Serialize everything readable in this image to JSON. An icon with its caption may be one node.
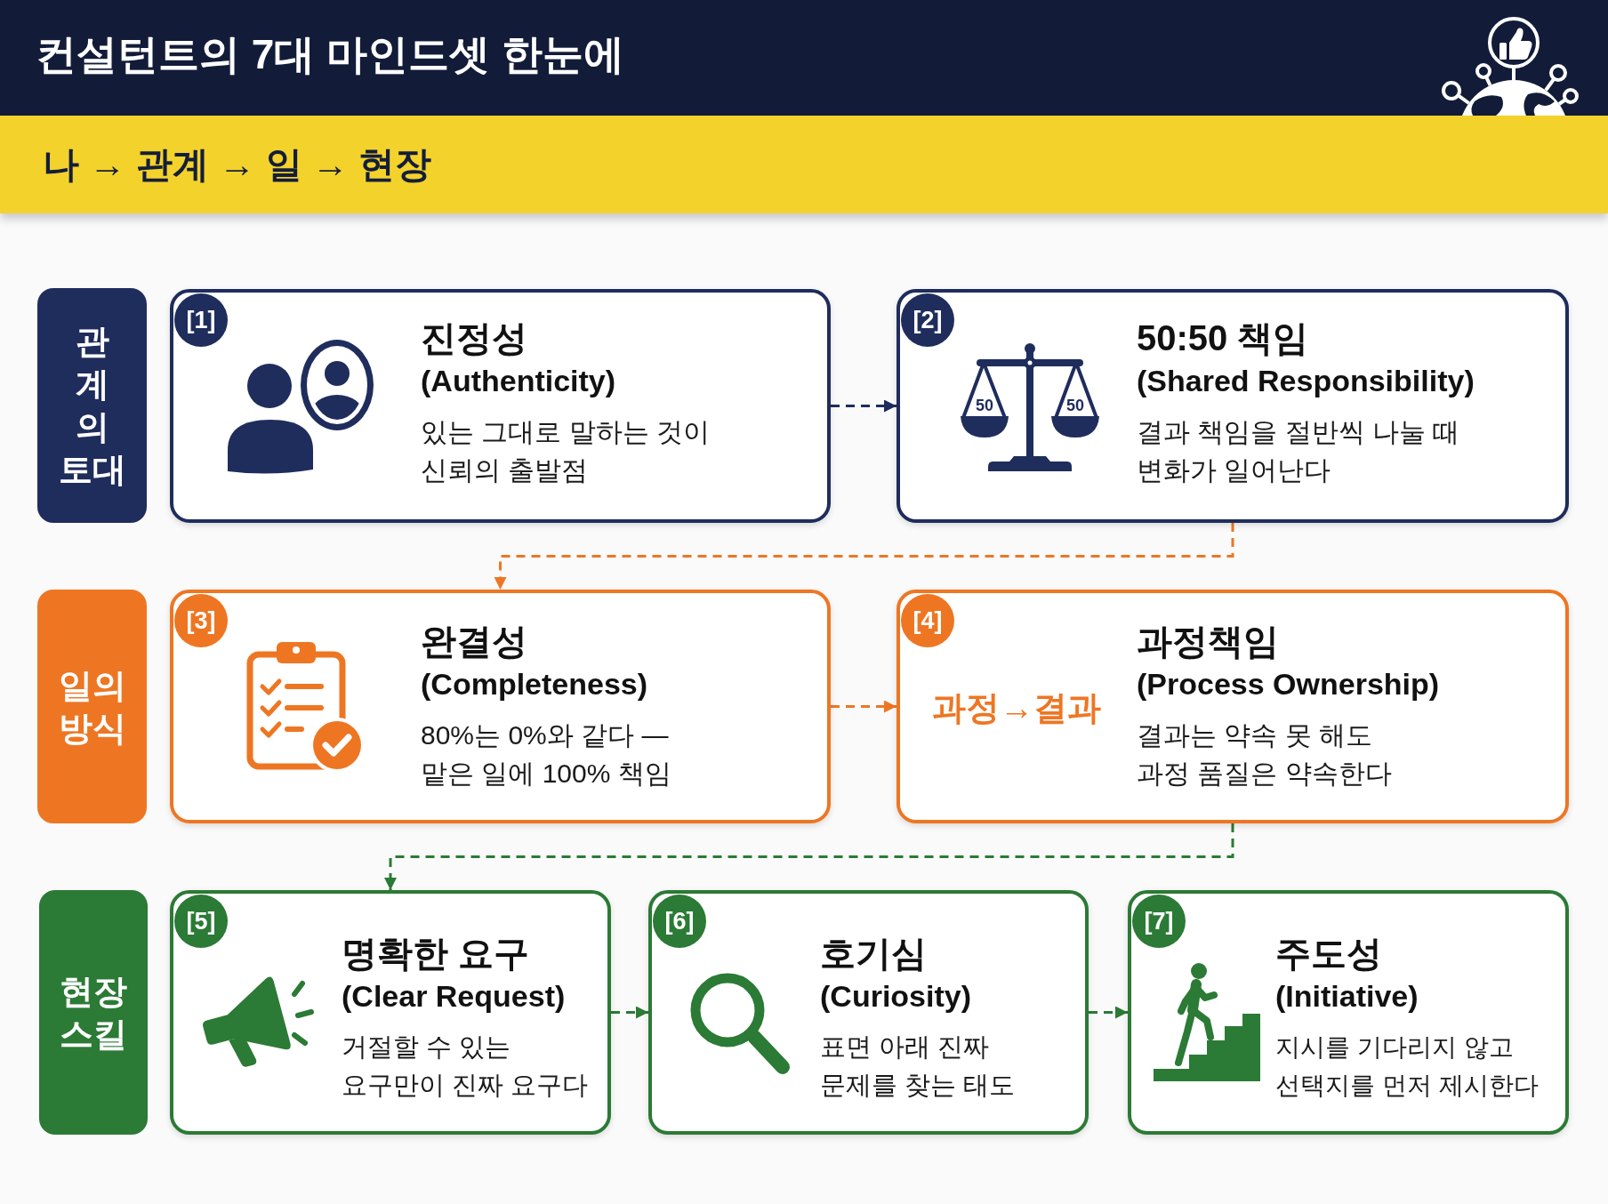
{
  "diagram": {
    "title": "컨설턴트의 7대 마인드셋 한눈에",
    "nodes": [
      {
        "text": [
          "나 → 관계 → 일 → 현장"
        ]
      },
      {
        "text": [
          "관계의 토대"
        ]
      },
      {
        "text": [
          "[1]",
          "진정성",
          "(Authenticity)",
          "있는 그대로 말하는 것이 신뢰의 출발점"
        ]
      },
      {
        "text": [
          "[2]",
          "50",
          "50",
          "50:50 책임",
          "(Shared Responsibility)",
          "결과 책임을 절반씩 나눌 때 변화가 일어난다"
        ]
      },
      {
        "text": [
          "일의 방식"
        ]
      },
      {
        "text": [
          "[3]",
          "완결성",
          "(Completeness)",
          "80%는 0%와 같다 — 맡은 일에 100% 책임"
        ]
      },
      {
        "text": [
          "[4]",
          "과정→결과",
          "과정책임",
          "(Process Ownership)",
          "결과는 약속 못 해도 과정 품질은 약속한다"
        ]
      },
      {
        "text": [
          "현장 스킬"
        ]
      },
      {
        "text": [
          "[5]",
          "명확한 요구",
          "(Clear Request)",
          "거절할 수 있는 요구만이 진짜 요구다"
        ]
      },
      {
        "text": [
          "[6]",
          "호기심",
          "(Curiosity)",
          "표면 아래 진짜 문제를 찾는 태도"
        ]
      },
      {
        "text": [
          "[7]",
          "주도성",
          "(Initiative)",
          "지시를 기다리지 않고 선택지를 먼저 제시한다"
        ]
      }
    ],
    "edges": [
      {
        "from": 2,
        "to": 3,
        "arrow": "to",
        "style": "dashed",
        "color": "#1f2d5c"
      },
      {
        "from": 3,
        "to": 5,
        "arrow": "to",
        "style": "dashed",
        "color": "#ee7623"
      },
      {
        "from": 5,
        "to": 6,
        "arrow": "to",
        "style": "dashed",
        "color": "#ee7623"
      },
      {
        "from": 6,
        "to": 8,
        "arrow": "to",
        "style": "dashed"
      },
      {
        "from": 8,
        "to": 9,
        "arrow": "to",
        "style": "dashed"
      },
      {
        "from": 9,
        "to": 10,
        "arrow": "to",
        "style": "dashed"
      }
    ]
  }
}
